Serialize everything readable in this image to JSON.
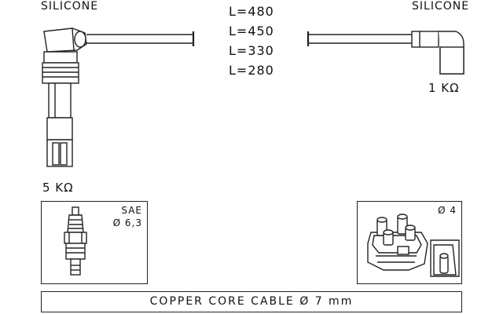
{
  "labels": {
    "left_material": "SILICONE",
    "right_material": "SILICONE",
    "left_resistance": "5 KΩ",
    "right_resistance": "1 KΩ",
    "lengths": [
      "L=480",
      "L=450",
      "L=330",
      "L=280"
    ],
    "plug_standard": "SAE",
    "plug_size": "Ø 6,3",
    "coil_size": "Ø 4",
    "cable_description": "COPPER CORE CABLE  Ø  7 mm"
  }
}
